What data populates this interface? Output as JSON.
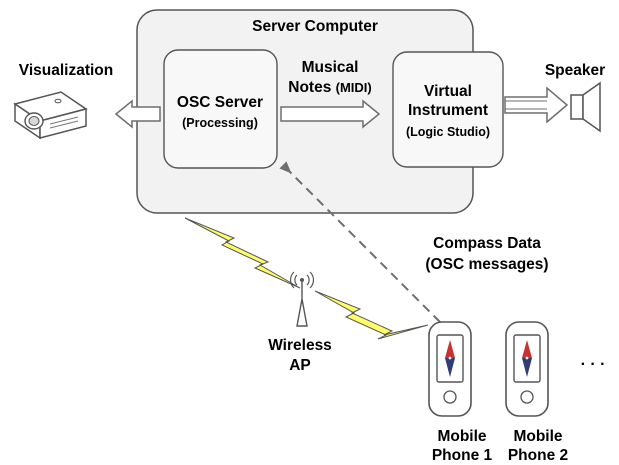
{
  "colors": {
    "box_stroke": "#555555",
    "box_fill": "#f2f2f2",
    "inner_fill": "#f8f8f8",
    "arrow_stroke": "#6e6e6e",
    "lightning_fill": "#ffff66",
    "compass_red": "#c8312f",
    "compass_blue": "#2f3d74"
  },
  "server": {
    "title": "Server Computer",
    "osc": {
      "title": "OSC Server",
      "subtitle": "(Processing)"
    },
    "midi": {
      "line1": "Musical",
      "line2a": "Notes ",
      "line2b": "(MIDI)"
    },
    "instrument": {
      "line1": "Virtual",
      "line2": "Instrument",
      "line3": "(Logic Studio)"
    }
  },
  "visualization": {
    "label": "Visualization",
    "icon": "projector-icon"
  },
  "speaker": {
    "label": "Speaker",
    "icon": "speaker-icon"
  },
  "compass": {
    "line1": "Compass Data",
    "line2": "(OSC messages)"
  },
  "wireless": {
    "line1": "Wireless",
    "line2": "AP",
    "icon": "antenna-icon"
  },
  "phones": [
    {
      "line1": "Mobile",
      "line2": "Phone 1",
      "icon": "phone-compass-icon"
    },
    {
      "line1": "Mobile",
      "line2": "Phone 2",
      "icon": "phone-compass-icon"
    }
  ],
  "ellipsis": "· · ·"
}
